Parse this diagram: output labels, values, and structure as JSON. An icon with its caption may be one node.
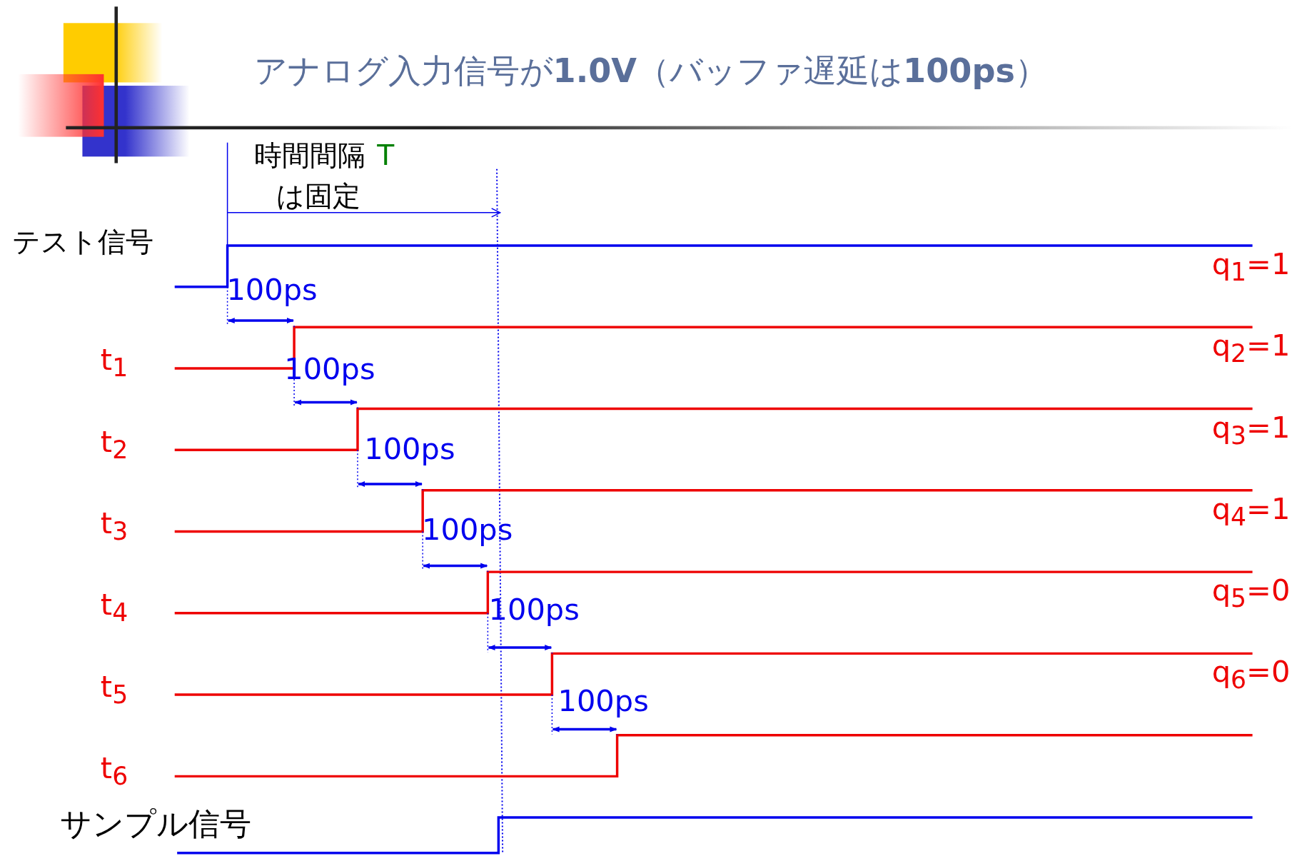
{
  "diagram": {
    "title": "アナログ入力信号が**1.0V**（バッファ遅延は**100ps**）",
    "labels": [
      "時間間隔",
      "T",
      "は固定",
      "テスト信号",
      "100ps",
      "q$_{1}$=1",
      "t$_{1}$",
      "100ps",
      "q$_{2}$=1",
      "t$_{2}$",
      "100ps",
      "q$_{3}$=1",
      "t$_{3}$",
      "100ps",
      "q$_{4}$=1",
      "t$_{4}$",
      "100ps",
      "q$_{5}$=0",
      "t$_{5}$",
      "100ps",
      "q$_{6}$=0",
      "t$_{6}$",
      "サンプル信号"
    ]
  }
}
